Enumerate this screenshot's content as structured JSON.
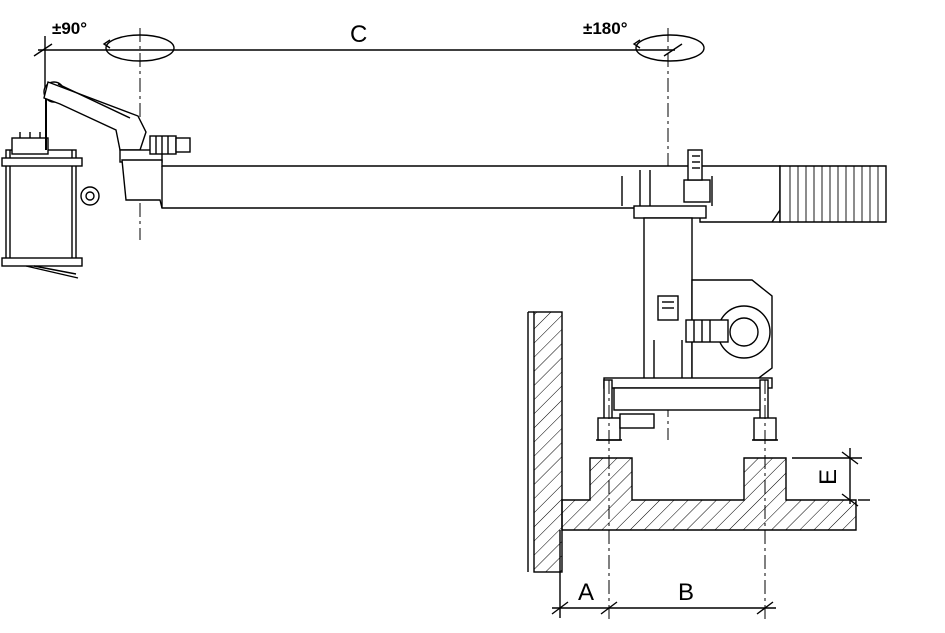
{
  "drawing": {
    "labels": {
      "rotation_left": "±90°",
      "span": "C",
      "rotation_right": "±180°",
      "dim_a": "A",
      "dim_b": "B",
      "dim_e": "E"
    }
  }
}
